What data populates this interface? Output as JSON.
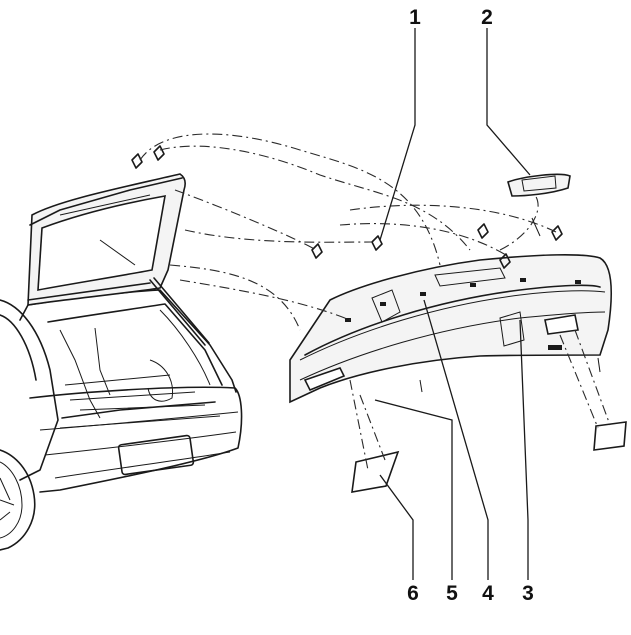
{
  "callouts": [
    {
      "id": "1",
      "label": "1"
    },
    {
      "id": "2",
      "label": "2"
    },
    {
      "id": "3",
      "label": "3"
    },
    {
      "id": "4",
      "label": "4"
    },
    {
      "id": "5",
      "label": "5"
    },
    {
      "id": "6",
      "label": "6"
    }
  ],
  "colors": {
    "ink": "#1a1a1a",
    "background": "#ffffff"
  }
}
